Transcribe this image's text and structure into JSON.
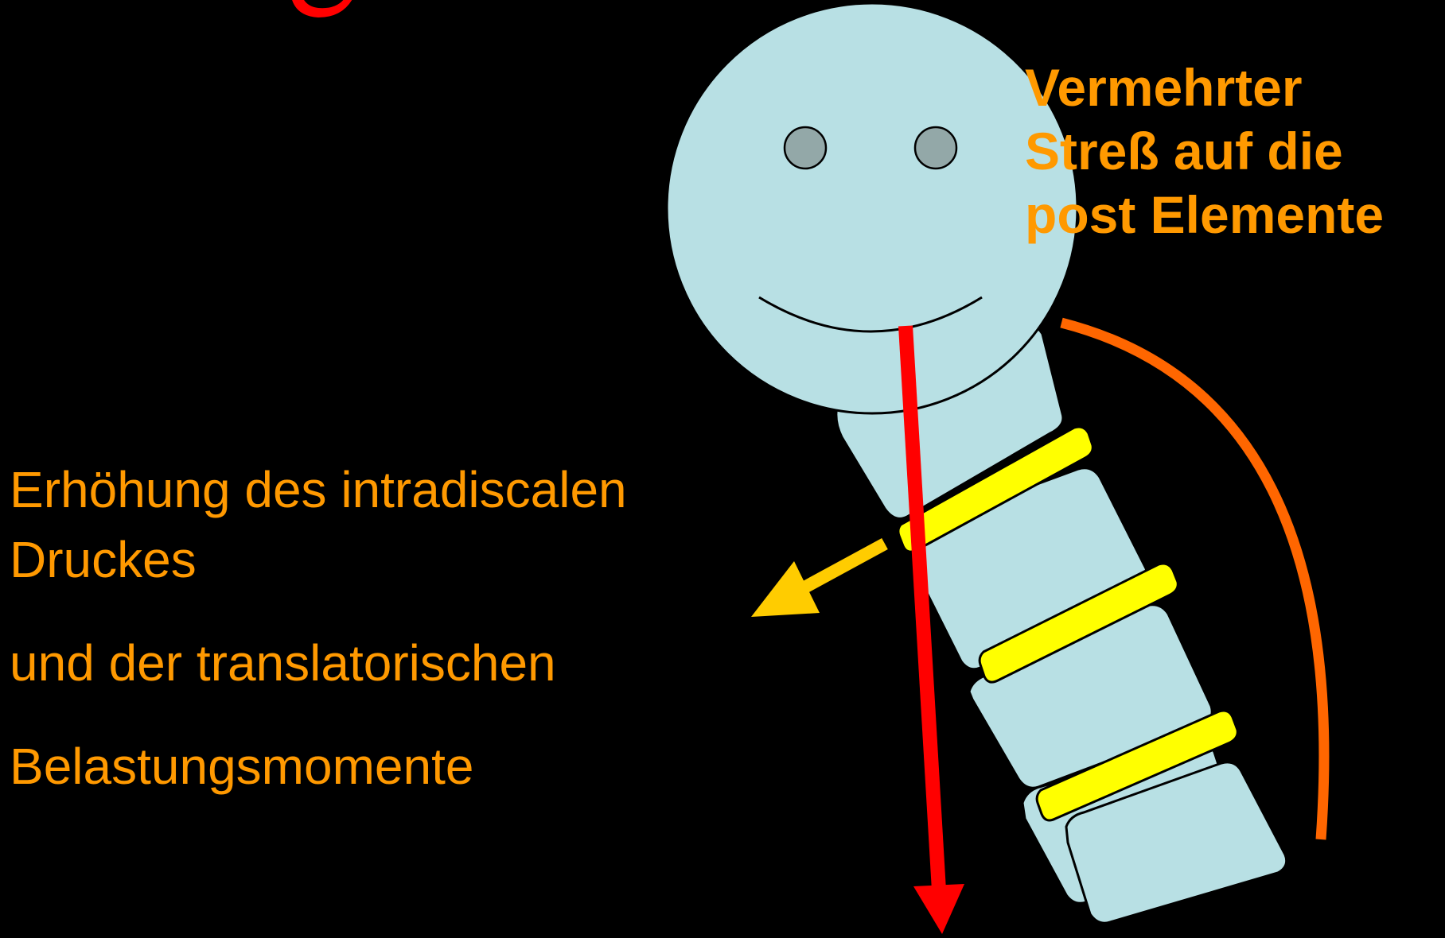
{
  "colors": {
    "background": "#000000",
    "text_orange": "#ff9900",
    "head_fill": "#b8e0e4",
    "eye_fill": "#93a8a8",
    "disc_yellow": "#ffff00",
    "arrow_red": "#ff0000",
    "arrow_yellow": "#ffcc00",
    "arc_orange": "#ff6600",
    "title_red": "#ff0000"
  },
  "left_text": {
    "line1": "Erhöhung des intradiscalen",
    "line2": "Druckes",
    "line3": "und der translatorischen",
    "line4": "Belastungsmomente"
  },
  "stress_label": {
    "line1": "Vermehrter",
    "line2": "Streß auf die",
    "line3": "post Elemente"
  },
  "diagram": {
    "figure": "smiley-head-on-spine",
    "vertebrae_count": 5,
    "disc_count": 3,
    "arrows": [
      "red-vertical-load-arrow",
      "yellow-translation-arrow"
    ],
    "arc": "posterior-stress-arc"
  }
}
